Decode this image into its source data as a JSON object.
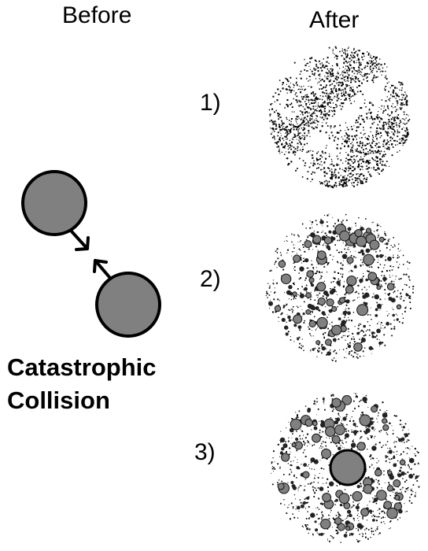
{
  "headers": {
    "before": "Before",
    "after": "After"
  },
  "steps": [
    "1)",
    "2)",
    "3)"
  ],
  "caption": {
    "line1": "Catastrophic",
    "line2": "Collision"
  },
  "colors": {
    "body_fill": "#808080",
    "outline": "#000000",
    "dust": "#000000",
    "fragment_fill": "#808080"
  },
  "icons": {
    "before": [
      "colliding-body-icon",
      "colliding-body-icon",
      "arrow-icon",
      "arrow-icon"
    ],
    "after": [
      "dust-cloud-icon",
      "fragment-cloud-icon",
      "fragment-cloud-with-remnant-icon"
    ]
  }
}
